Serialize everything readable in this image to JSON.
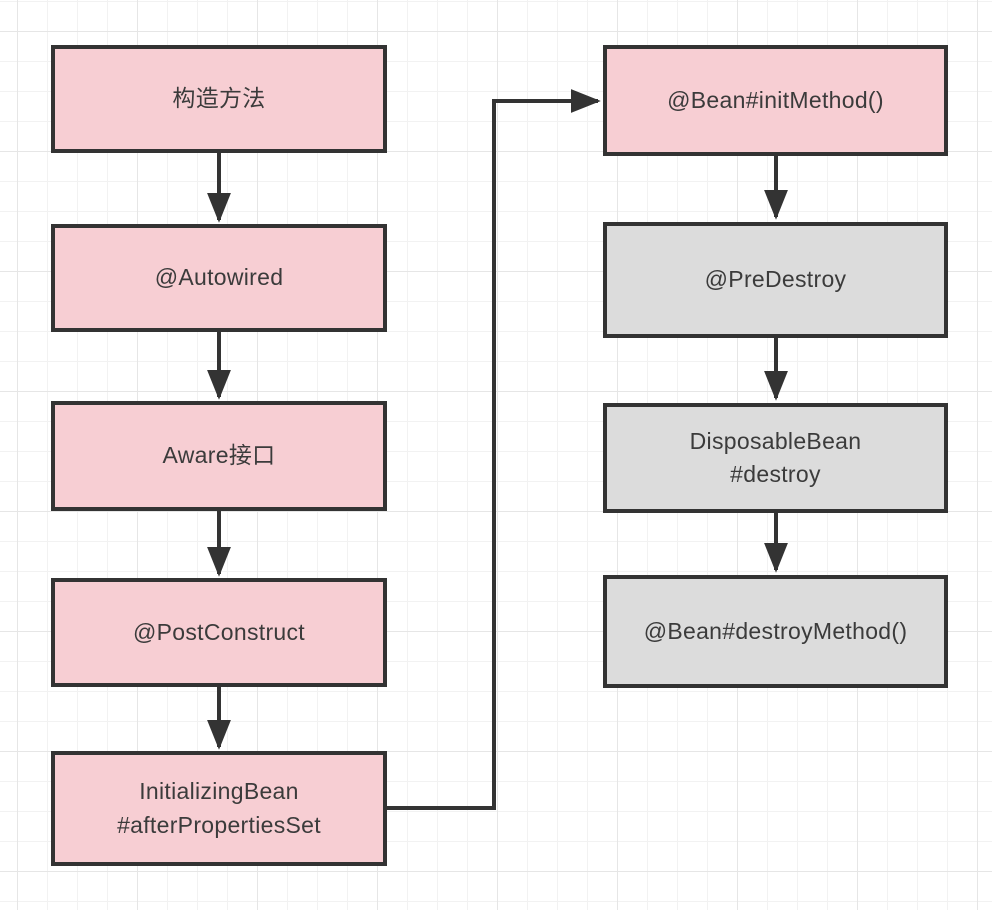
{
  "diagram": {
    "background": "grid",
    "colors": {
      "pink_fill": "#f7ced3",
      "gray_fill": "#dcdcdc",
      "border": "#333333",
      "arrow": "#333333",
      "text": "#3b3b3b",
      "grid_minor": "#f2f2f2",
      "grid_major": "#e6e6e6"
    },
    "nodes": {
      "construct_method": {
        "label": "构造方法",
        "fill": "pink"
      },
      "autowired": {
        "label": "@Autowired",
        "fill": "pink"
      },
      "aware": {
        "label": "Aware接口",
        "fill": "pink"
      },
      "post_construct": {
        "label": "@PostConstruct",
        "fill": "pink"
      },
      "initializing_bean": {
        "label": "InitializingBean\n#afterPropertiesSet",
        "fill": "pink"
      },
      "init_method": {
        "label": "@Bean#initMethod()",
        "fill": "pink"
      },
      "pre_destroy": {
        "label": "@PreDestroy",
        "fill": "gray"
      },
      "disposable_bean": {
        "label": "DisposableBean\n#destroy",
        "fill": "gray"
      },
      "destroy_method": {
        "label": "@Bean#destroyMethod()",
        "fill": "gray"
      }
    },
    "edges": [
      {
        "from": "construct_method",
        "to": "autowired",
        "style": "straight-down"
      },
      {
        "from": "autowired",
        "to": "aware",
        "style": "straight-down"
      },
      {
        "from": "aware",
        "to": "post_construct",
        "style": "straight-down"
      },
      {
        "from": "post_construct",
        "to": "initializing_bean",
        "style": "straight-down"
      },
      {
        "from": "initializing_bean",
        "to": "init_method",
        "style": "elbow-right-up-right"
      },
      {
        "from": "init_method",
        "to": "pre_destroy",
        "style": "straight-down"
      },
      {
        "from": "pre_destroy",
        "to": "disposable_bean",
        "style": "straight-down"
      },
      {
        "from": "disposable_bean",
        "to": "destroy_method",
        "style": "straight-down"
      }
    ]
  }
}
